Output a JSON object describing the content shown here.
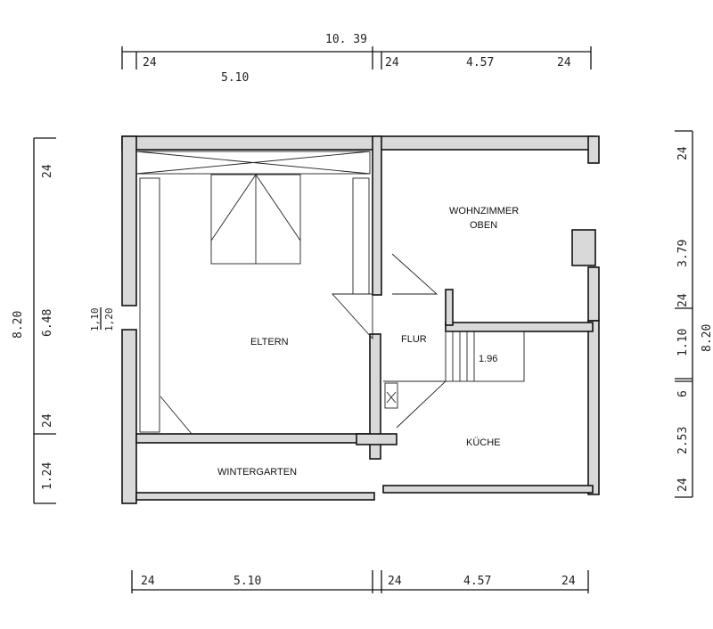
{
  "rooms": {
    "eltern": "ELTERN",
    "wohnzimmer": "WOHNZIMMER",
    "wohnzimmer_2": "OBEN",
    "flur": "FLUR",
    "kueche": "KÜCHE",
    "wintergarten": "WINTERGARTEN",
    "stair_width": "1.96"
  },
  "dims_top": {
    "total": "10. 39",
    "a": "24",
    "b": "5.10",
    "c": "24",
    "d": "4.57",
    "e": "24"
  },
  "dims_bottom": {
    "a": "24",
    "b": "5.10",
    "c": "24",
    "d": "4.57",
    "e": "24"
  },
  "dims_left": {
    "total": "8.20",
    "a": "24",
    "b": "6.48",
    "c": "24",
    "d": "1.24",
    "win1": "1,10",
    "win2": "1,20"
  },
  "dims_right": {
    "total": "8.20",
    "a": "24",
    "b": "3.79",
    "c": "24",
    "d": "1.10",
    "e": "6",
    "f": "2.53",
    "g": "24"
  }
}
